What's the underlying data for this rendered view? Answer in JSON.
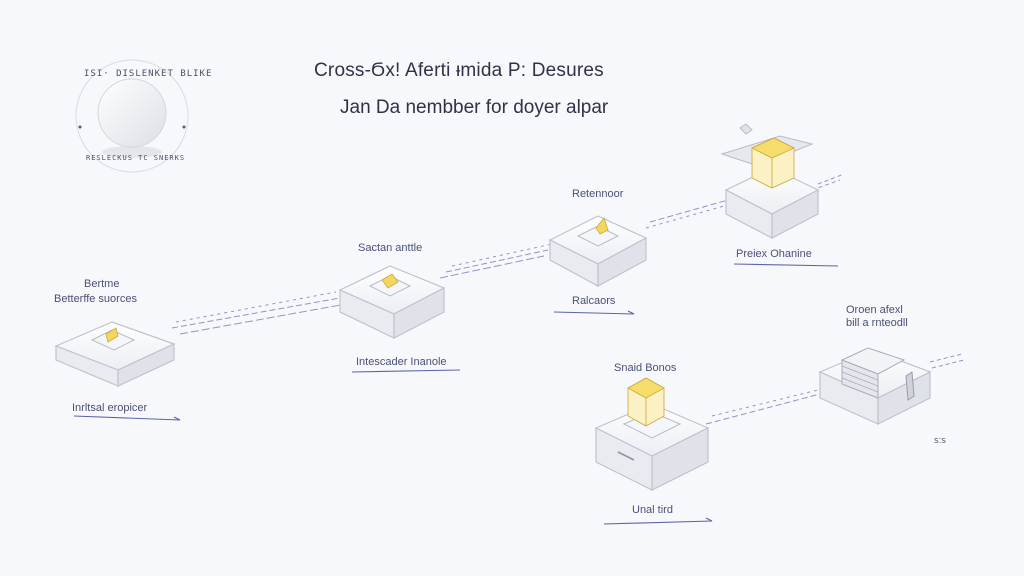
{
  "title": "Cross-Ϭx! Aferti ᵻmida P: Desures",
  "subtitle": "Jan Da nembber for doyer alpar",
  "seal": {
    "top_text": "ISI· DISLENKET BLIKE",
    "bottom_text": "RESLECKUS TC SNERKS"
  },
  "nodes": [
    {
      "id": "n1",
      "labels": [
        "Bertme",
        "Betterffe suorces"
      ],
      "caption": "Inrltsal eropicer"
    },
    {
      "id": "n2",
      "labels": [
        "Sactan anttle"
      ],
      "caption": "Intescader Inanole"
    },
    {
      "id": "n3",
      "labels": [
        "Retennoor"
      ],
      "caption": "Ralcaors"
    },
    {
      "id": "n4",
      "labels": [],
      "caption": "Preiex Ohanine"
    },
    {
      "id": "n5",
      "labels": [
        "Snaid Bonos"
      ],
      "caption": "Unal tird"
    },
    {
      "id": "n6",
      "labels": [
        "Oroen afexl",
        "bill a rnteodll"
      ],
      "caption": ""
    }
  ],
  "corner_mark": "ꜱ:ꜱ"
}
